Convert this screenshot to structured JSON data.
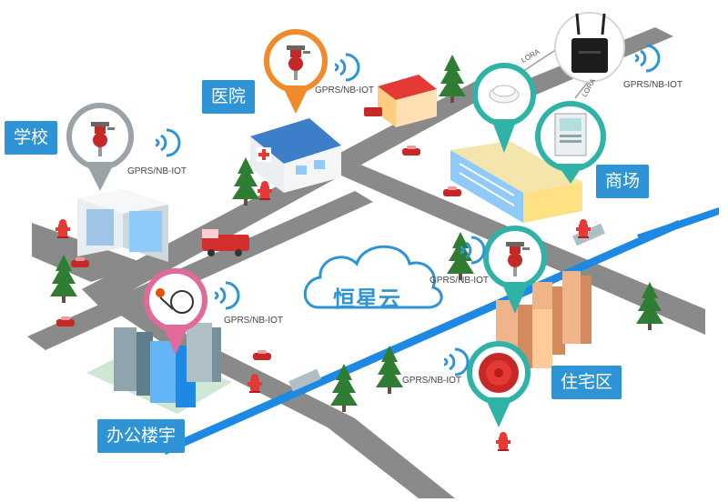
{
  "locations": {
    "school": "学校",
    "hospital": "医院",
    "mall": "商场",
    "residential": "住宅区",
    "office": "办公楼宇"
  },
  "cloud": {
    "label": "恒星云"
  },
  "network": {
    "school": "GPRS/NB-IOT",
    "hospital": "GPRS/NB-IOT",
    "gateway": "GPRS/NB-IOT",
    "residential": "GPRS/NB-IOT",
    "office": "GPRS/NB-IOT",
    "alarm": "GPRS/NB-IOT"
  },
  "lora": {
    "link_a": "LORA",
    "link_b": "LORA"
  },
  "colors": {
    "label_bg": "#2e94d6",
    "road": "#8a8a8a",
    "river": "#1e88e5",
    "pin_school": "#9aa3a8",
    "pin_hospital": "#f08a2b",
    "pin_mall": "#2fb3a8",
    "pin_residential": "#2fb3a8",
    "pin_office": "#e06a9a",
    "pin_alarm": "#2fb3a8",
    "tree": "#2e7d32",
    "hydrant": "#e53935"
  },
  "icons": {
    "pressure_sensor": "pressure-transmitter-icon",
    "smoke_detector": "smoke-detector-icon",
    "control_panel": "fire-control-panel-icon",
    "gateway": "lora-gateway-icon",
    "level_sensor": "level-sensor-icon",
    "alarm": "alarm-bell-icon",
    "wifi": "wireless-signal-icon"
  }
}
